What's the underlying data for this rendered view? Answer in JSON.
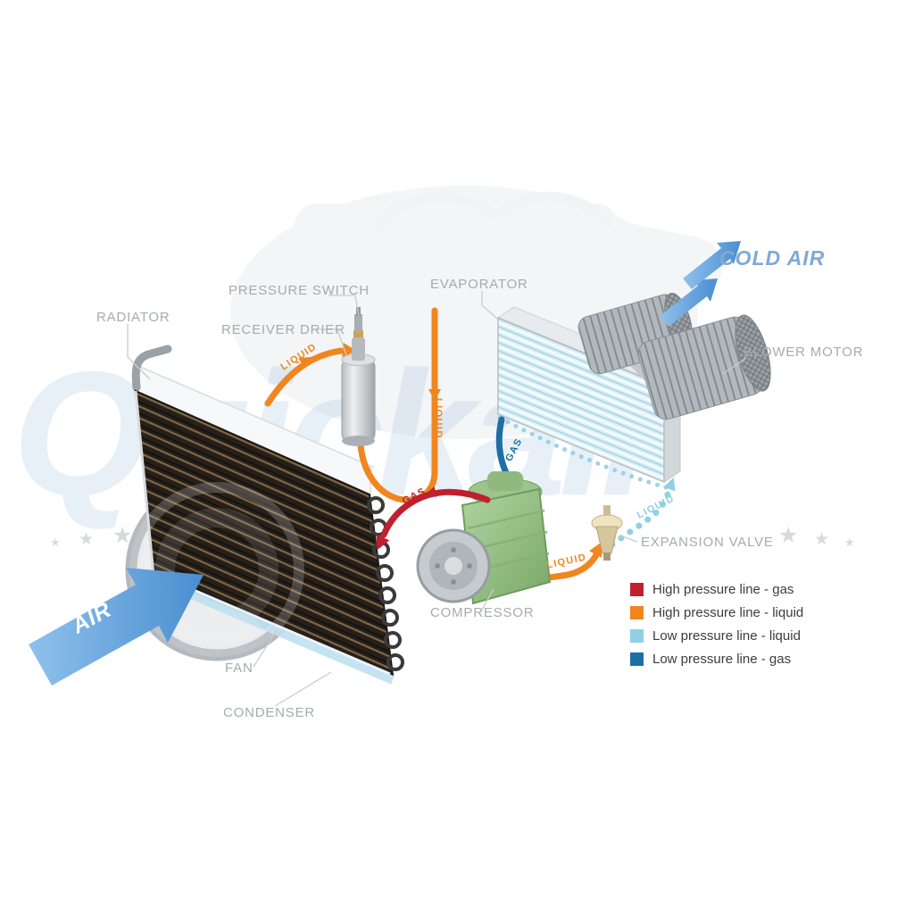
{
  "watermark": {
    "text": "Quickair",
    "star": "★"
  },
  "labels": {
    "radiator": "RADIATOR",
    "pressure_switch": "PRESSURE SWITCH",
    "receiver_drier": "RECEIVER DRIER",
    "evaporator": "EVAPORATOR",
    "cold_air": "COLD AIR",
    "blower_motor": "BLOWER MOTOR",
    "expansion_valve": "EXPANSION VALVE",
    "compressor": "COMPRESSOR",
    "fan": "FAN",
    "condenser": "CONDENSER",
    "air": "AIR"
  },
  "flow_labels": {
    "liquid_to_drier": "LIQUID",
    "liquid_vertical": "LIQUID",
    "liquid_to_valve": "LIQUID",
    "liquid_to_evaporator": "LIQUID",
    "gas_to_condenser": "GAS",
    "gas_to_compressor": "GAS"
  },
  "legend": {
    "items": [
      {
        "label": "High pressure line - gas",
        "color": "#c01f2f"
      },
      {
        "label": "High pressure line - liquid",
        "color": "#f0861f"
      },
      {
        "label": "Low pressure line - liquid",
        "color": "#8fd0e4"
      },
      {
        "label": "Low pressure line -  gas",
        "color": "#1d6fa5"
      }
    ]
  },
  "colors": {
    "high_pressure_gas": "#c01f2f",
    "high_pressure_liquid": "#f0861f",
    "low_pressure_liquid": "#8fd0e4",
    "low_pressure_gas": "#1d6fa5",
    "air_arrow_blue": "#4a8ed0",
    "cold_air_text": "#7fa9d6",
    "component_label_gray": "#a6abaf"
  }
}
